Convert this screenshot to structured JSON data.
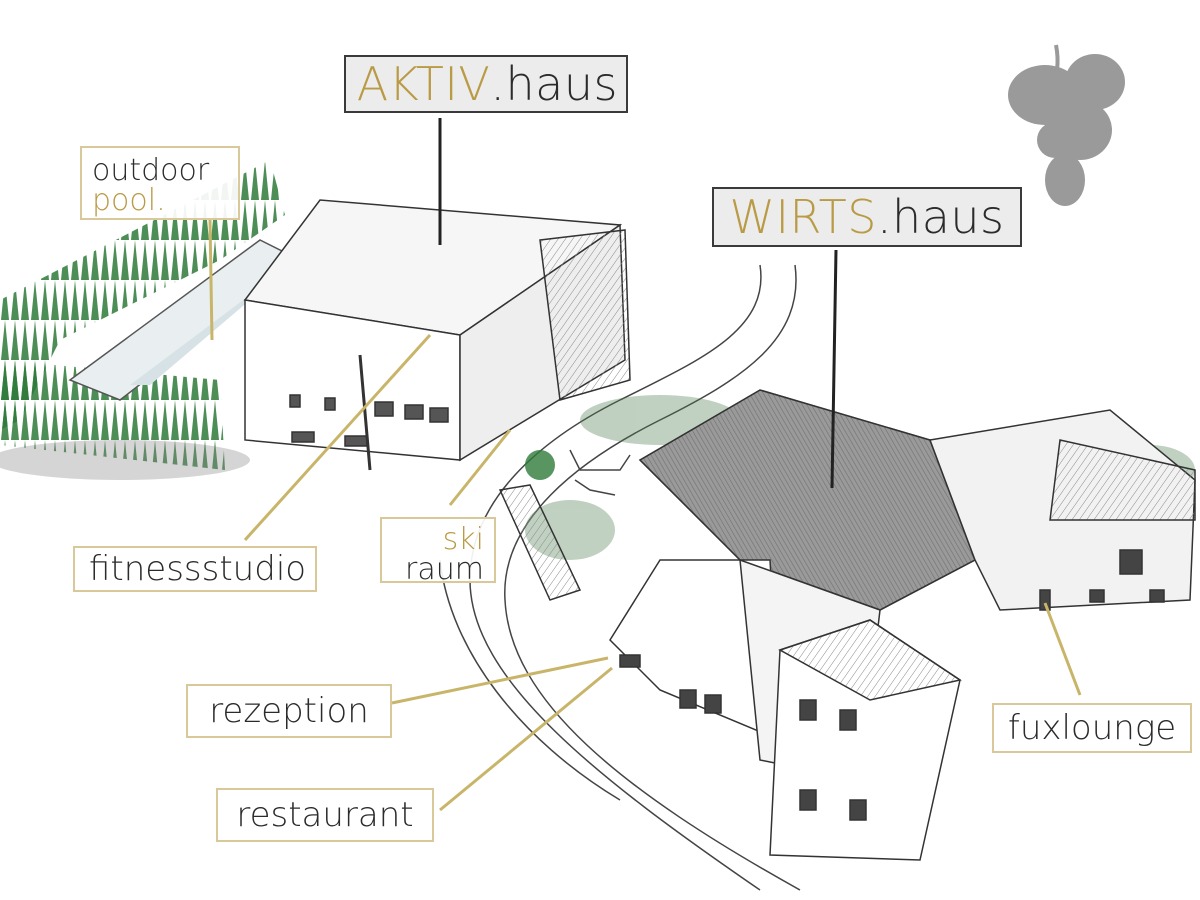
{
  "buildings": {
    "aktiv": {
      "highlight": "AKTIV",
      "rest": ".haus"
    },
    "wirts": {
      "highlight": "WIRTS",
      "rest": ".haus"
    }
  },
  "labels": {
    "outdoor_pool": {
      "line1": "outdoor",
      "line2": "pool."
    },
    "fitnessstudio": "fitnessstudio",
    "skiraum": {
      "line1": "ski",
      "line2": "raum"
    },
    "rezeption": "rezeption",
    "restaurant": "restaurant",
    "fuxlounge": "fuxlounge"
  },
  "colors": {
    "accent_gold": "#b99a45",
    "leader_gold": "#c9b56a",
    "tree_green": "#2e7a3a",
    "logo_grey": "#9a9a9a"
  },
  "icons": {
    "logo": "grapes-icon"
  }
}
